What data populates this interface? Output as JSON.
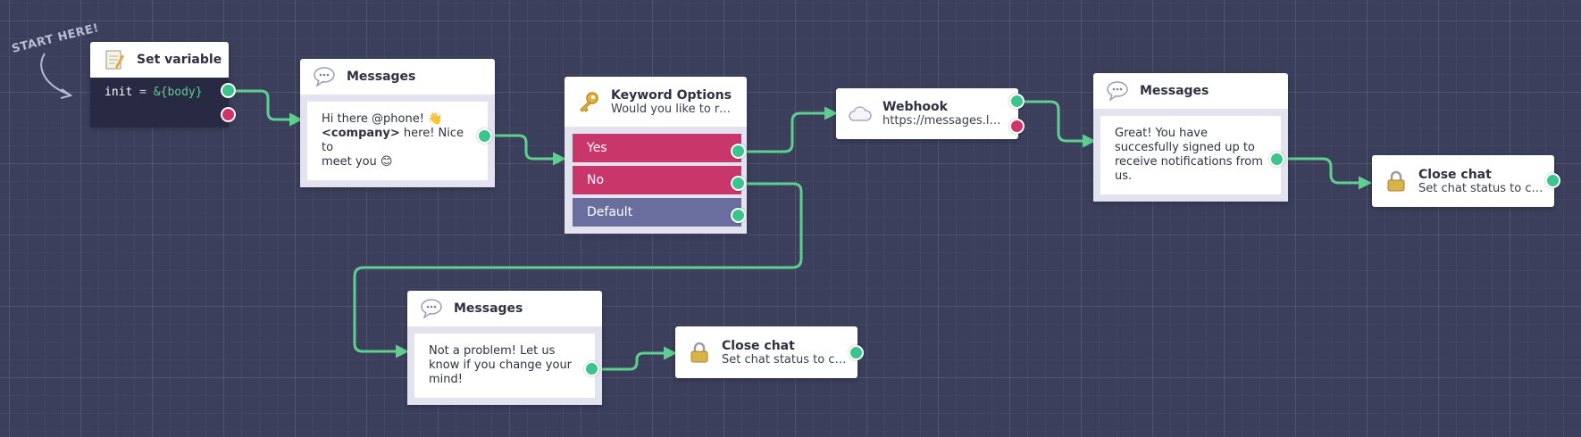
{
  "canvas": {
    "start_label": "START HERE!",
    "wire_color": "#5ecf8f",
    "background": "#3c3f5c"
  },
  "nodes": {
    "set_variable": {
      "title": "Set variable",
      "icon": "memo-icon",
      "var_name": "init",
      "operator": "=",
      "value": "&{body}"
    },
    "messages_1": {
      "title": "Messages",
      "icon": "speech-bubble-icon",
      "line1": "Hi there @phone! 👋",
      "line2_bold": "<company>",
      "line2_rest": " here! Nice to",
      "line3": "meet you 😊"
    },
    "keyword_options": {
      "title": "Keyword Options",
      "subtitle": "Would you like to rec...",
      "icon": "key-icon",
      "options": [
        "Yes",
        "No",
        "Default"
      ]
    },
    "webhook": {
      "title": "Webhook",
      "subtitle": "https://messages.lan...",
      "icon": "cloud-icon"
    },
    "messages_2": {
      "title": "Messages",
      "icon": "speech-bubble-icon",
      "text": "Great! You have succesfully signed up to receive notifications from us."
    },
    "close_chat_1": {
      "title": "Close chat",
      "subtitle": "Set chat status to clo...",
      "icon": "lock-icon"
    },
    "messages_3": {
      "title": "Messages",
      "icon": "speech-bubble-icon",
      "text": "Not a problem! Let us know if you change your mind!"
    },
    "close_chat_2": {
      "title": "Close chat",
      "subtitle": "Set chat status to clo...",
      "icon": "lock-icon"
    }
  },
  "colors": {
    "success_port": "#3cc48c",
    "error_port": "#cf3567",
    "option_primary": "#c9376a",
    "option_default": "#6a6e9f"
  }
}
